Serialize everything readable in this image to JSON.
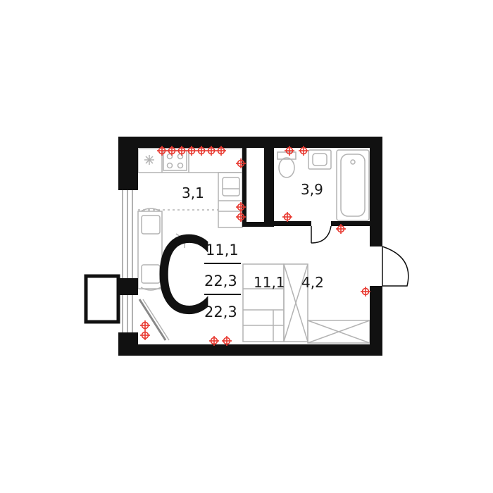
{
  "apartment": {
    "type_letter": "С",
    "stats": {
      "living": "11,1",
      "total": "22,3",
      "total_with_balcony": "22,3"
    }
  },
  "rooms": [
    {
      "id": "kitchen",
      "area": "3,1"
    },
    {
      "id": "bathroom",
      "area": "3,9"
    },
    {
      "id": "living_room",
      "area": "11,1"
    },
    {
      "id": "hallway",
      "area": "4,2"
    }
  ],
  "colors": {
    "walls": "#111111",
    "furniture": "#b3b3b3",
    "outlets": "#e8382f",
    "text": "#1a1a1a"
  },
  "icons": [
    "socket-icon",
    "stove-icon",
    "sink-icon",
    "toilet-icon",
    "bathtub-icon",
    "chair-icon",
    "wardrobe-icon",
    "door-icon"
  ]
}
